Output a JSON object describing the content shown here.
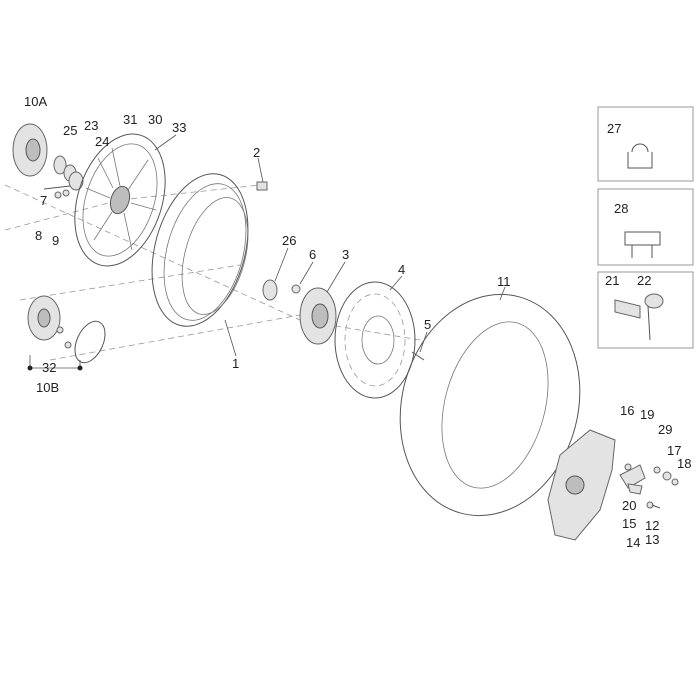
{
  "labels": {
    "l10A": "10A",
    "l10B": "10B",
    "l1": "1",
    "l2": "2",
    "l3": "3",
    "l4": "4",
    "l5": "5",
    "l6": "6",
    "l7": "7",
    "l8": "8",
    "l9": "9",
    "l11": "11",
    "l12": "12",
    "l13": "13",
    "l14": "14",
    "l15": "15",
    "l16": "16",
    "l17": "17",
    "l18": "18",
    "l19": "19",
    "l20": "20",
    "l21": "21",
    "l22": "22",
    "l23": "23",
    "l24": "24",
    "l25": "25",
    "l26": "26",
    "l27": "27",
    "l28": "28",
    "l29": "29",
    "l30": "30",
    "l31": "31",
    "l32": "32",
    "l33": "33"
  }
}
